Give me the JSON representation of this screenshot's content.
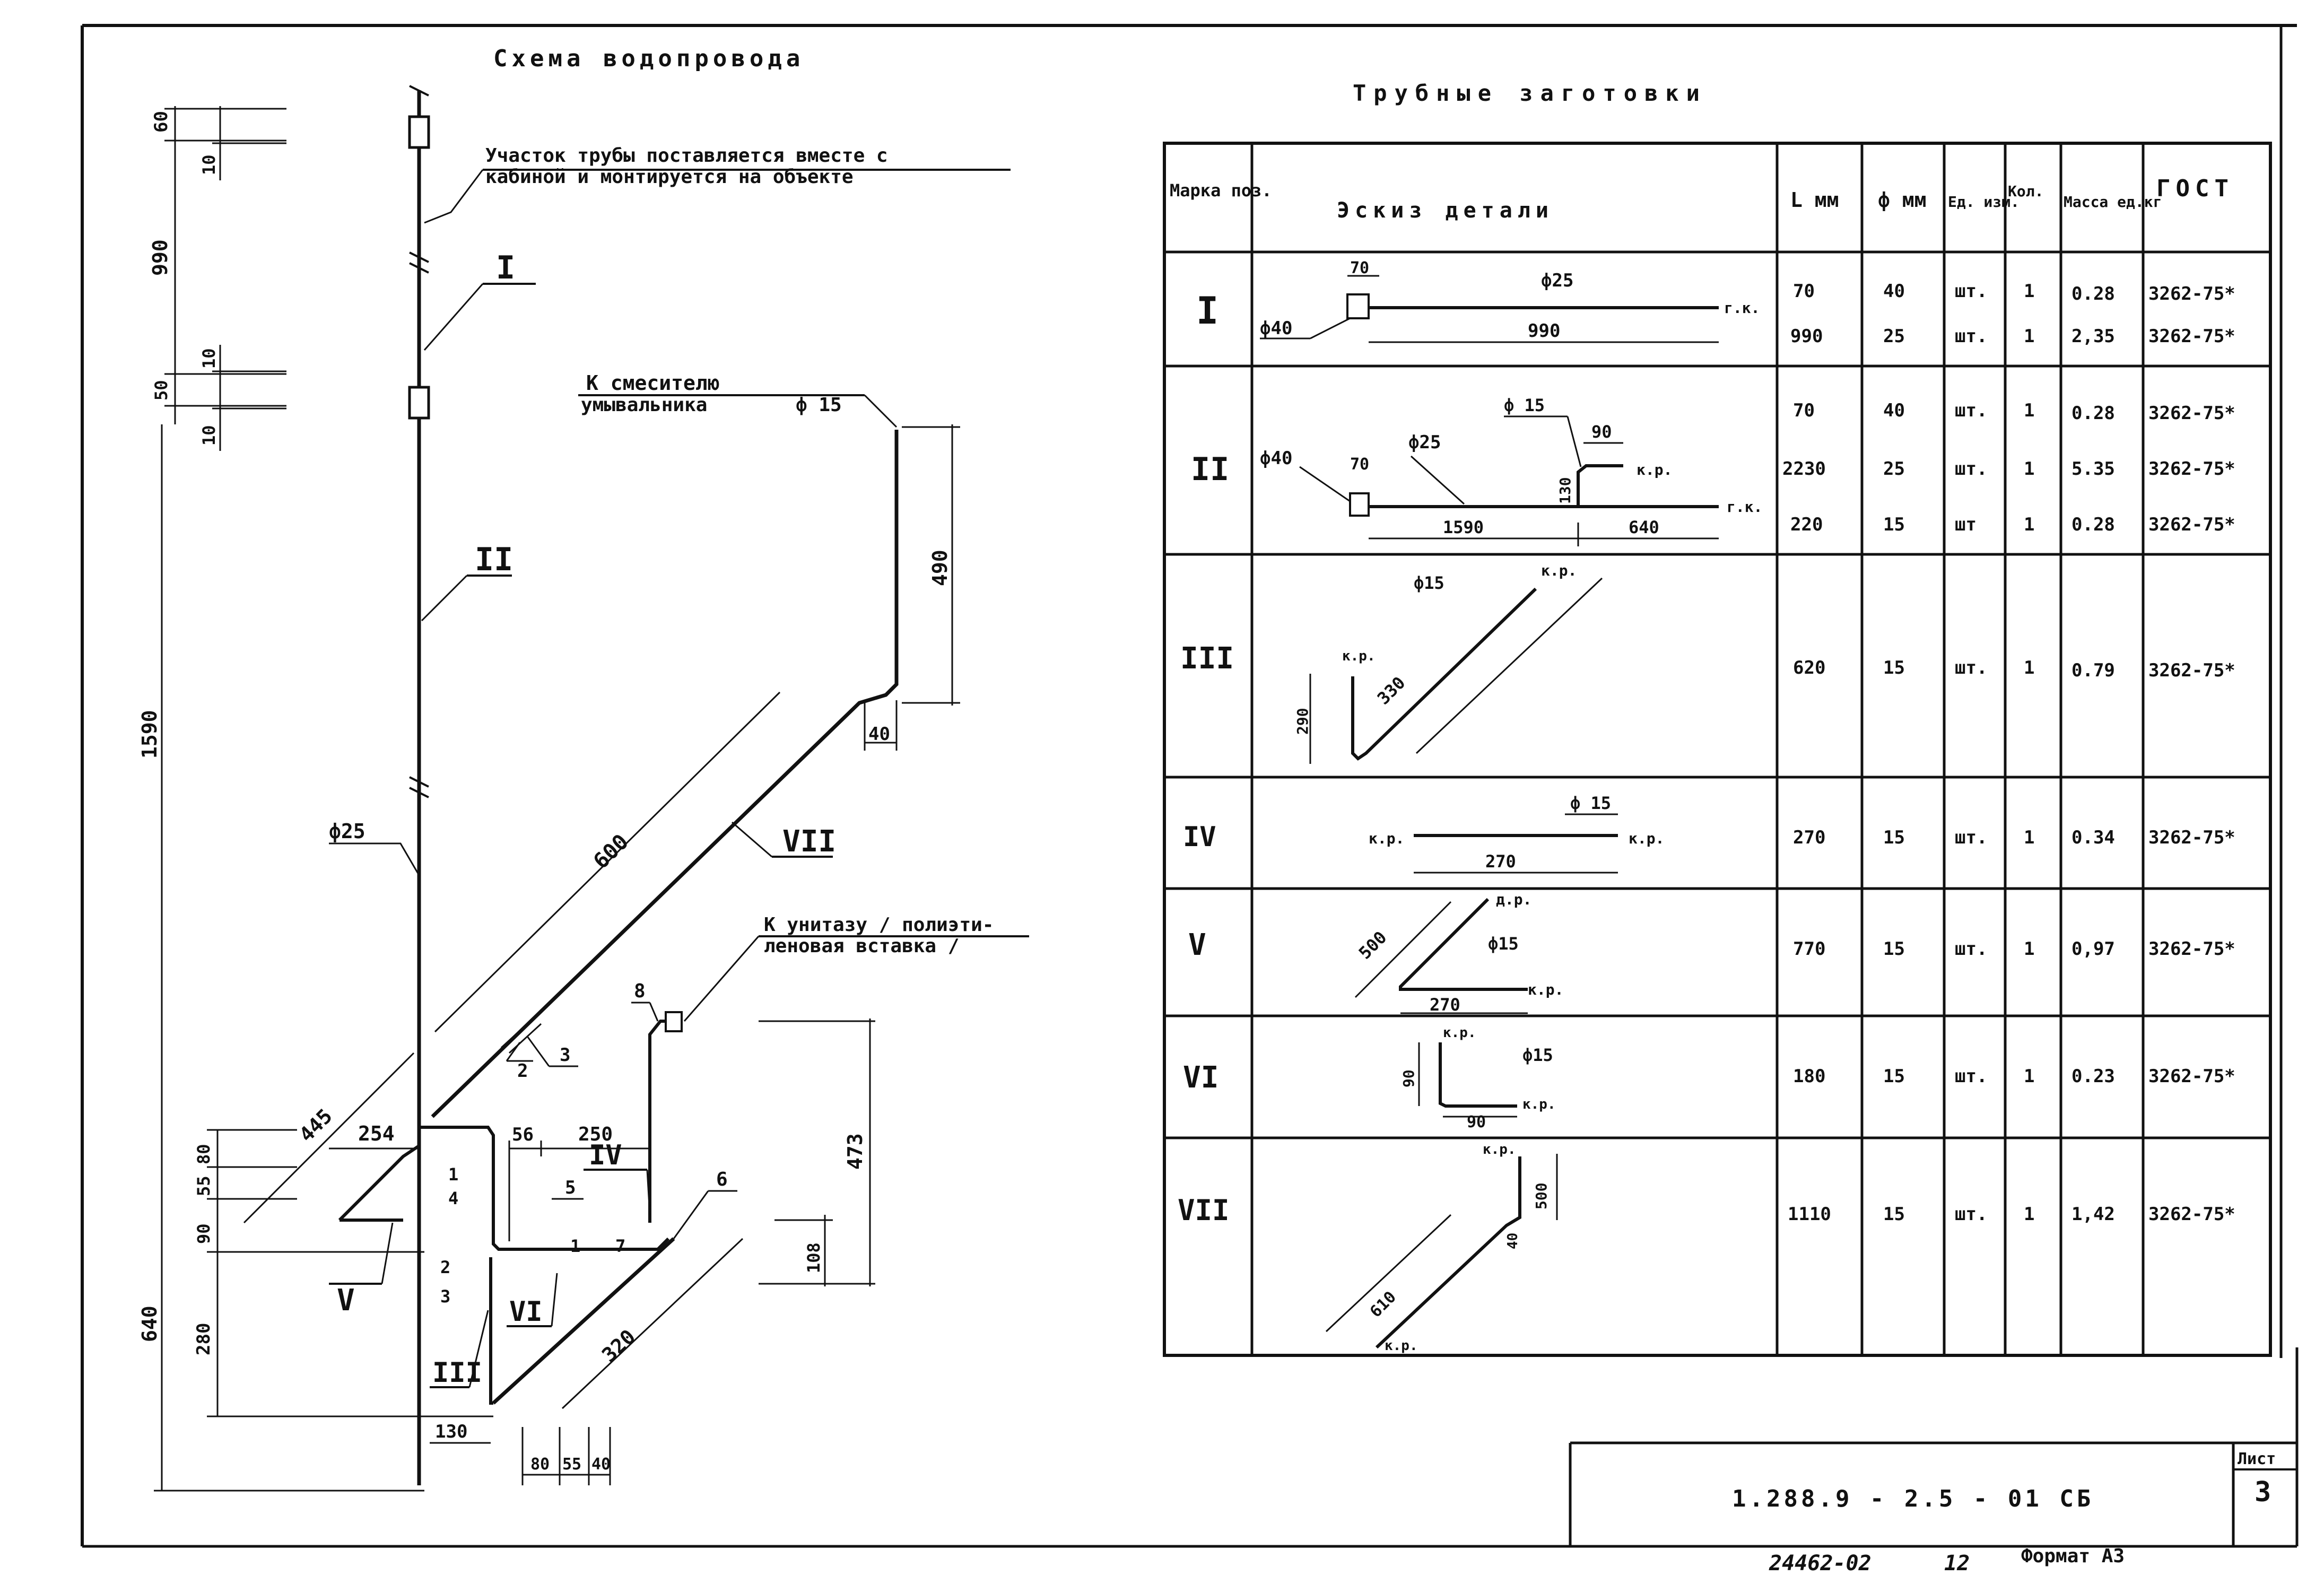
{
  "scheme": {
    "title": "Схема водопровода",
    "note_top_line1": "Участок трубы поставляется вместе с",
    "note_top_line2": "кабиной и монтируется на объекте",
    "note_mixer_line1": "К смесителю",
    "note_mixer_line2": "умывальника",
    "note_mixer_dia": "ф 15",
    "note_toilet_line1": "К унитазу / полиэти-",
    "note_toilet_line2": "леновая вставка /",
    "pipe_diameter": "ф25",
    "labels": {
      "I": "I",
      "II": "II",
      "III": "III",
      "IV": "IV",
      "V": "V",
      "VI": "VI",
      "VII": "VII",
      "n1a": "1",
      "n1b": "1",
      "n2a": "2",
      "n2b": "2",
      "n3a": "3",
      "n3b": "3",
      "n4": "4",
      "n5": "5",
      "n6": "6",
      "n7": "7",
      "n8": "8"
    },
    "dims": {
      "d60": "60",
      "d10a": "10",
      "d990": "990",
      "d10b": "10",
      "d50": "50",
      "d10c": "10",
      "d1590": "1590",
      "d640": "640",
      "d80": "80",
      "d55": "55",
      "d90": "90",
      "d280": "280",
      "d445": "445",
      "d254": "254",
      "d56": "56",
      "d250": "250",
      "d600": "600",
      "d490": "490",
      "d40": "40",
      "d473": "473",
      "d108": "108",
      "d320": "320",
      "d130": "130",
      "b80": "80",
      "b55": "55",
      "b40": "40"
    }
  },
  "table": {
    "title": "Трубные заготовки",
    "headers": {
      "mark": "Марка поз.",
      "sketch": "Эскиз детали",
      "length": "L мм",
      "diameter": "ф мм",
      "unit": "Ед. изм.",
      "qty": "Кол.",
      "mass": "Масса ед.кг",
      "gost": "ГОСТ"
    },
    "rows": [
      {
        "mark": "I",
        "items": [
          {
            "L": "70",
            "d": "40",
            "unit": "шт.",
            "qty": "1",
            "mass": "0.28",
            "gost": "3262-75*"
          },
          {
            "L": "990",
            "d": "25",
            "unit": "шт.",
            "qty": "1",
            "mass": "2,35",
            "gost": "3262-75*"
          }
        ]
      },
      {
        "mark": "II",
        "items": [
          {
            "L": "70",
            "d": "40",
            "unit": "шт.",
            "qty": "1",
            "mass": "0.28",
            "gost": "3262-75*"
          },
          {
            "L": "2230",
            "d": "25",
            "unit": "шт.",
            "qty": "1",
            "mass": "5.35",
            "gost": "3262-75*"
          },
          {
            "L": "220",
            "d": "15",
            "unit": "шт",
            "qty": "1",
            "mass": "0.28",
            "gost": "3262-75*"
          }
        ]
      },
      {
        "mark": "III",
        "items": [
          {
            "L": "620",
            "d": "15",
            "unit": "шт.",
            "qty": "1",
            "mass": "0.79",
            "gost": "3262-75*"
          }
        ]
      },
      {
        "mark": "IV",
        "items": [
          {
            "L": "270",
            "d": "15",
            "unit": "шт.",
            "qty": "1",
            "mass": "0.34",
            "gost": "3262-75*"
          }
        ]
      },
      {
        "mark": "V",
        "items": [
          {
            "L": "770",
            "d": "15",
            "unit": "шт.",
            "qty": "1",
            "mass": "0,97",
            "gost": "3262-75*"
          }
        ]
      },
      {
        "mark": "VI",
        "items": [
          {
            "L": "180",
            "d": "15",
            "unit": "шт.",
            "qty": "1",
            "mass": "0.23",
            "gost": "3262-75*"
          }
        ]
      },
      {
        "mark": "VII",
        "items": [
          {
            "L": "1110",
            "d": "15",
            "unit": "шт.",
            "qty": "1",
            "mass": "1,42",
            "gost": "3262-75*"
          }
        ]
      }
    ],
    "sketch_text": {
      "s1_70": "70",
      "s1_d25": "ф25",
      "s1_gk": "г.к.",
      "s1_d40": "ф40",
      "s1_990": "990",
      "s2_d15": "ф 15",
      "s2_90": "90",
      "s2_kr": "к.р.",
      "s2_d40": "ф40",
      "s2_70": "70",
      "s2_d25": "ф25",
      "s2_130": "130",
      "s2_gk": "г.к.",
      "s2_1590": "1590",
      "s2_640": "640",
      "s3_kr1": "к.р.",
      "s3_d15": "ф15",
      "s3_kr2": "к.р.",
      "s3_290": "290",
      "s3_330": "330",
      "s4_d15": "ф 15",
      "s4_kr1": "к.р.",
      "s4_kr2": "к.р.",
      "s4_270": "270",
      "s5_dr": "д.р.",
      "s5_500": "500",
      "s5_d15": "ф15",
      "s5_270": "270",
      "s5_kr": "к.р.",
      "s6_kr1": "к.р.",
      "s6_d15": "ф15",
      "s6_90v": "90",
      "s6_90h": "90",
      "s6_kr2": "к.р.",
      "s7_kr1": "к.р.",
      "s7_500": "500",
      "s7_40": "40",
      "s7_610": "610",
      "s7_kr2": "к.р."
    }
  },
  "stamp": {
    "code": "1.288.9 - 2.5 - 01   СБ",
    "sheet_label": "Лист",
    "sheet_no": "3",
    "inv": "24462-02",
    "copy": "12",
    "format": "Формат А3"
  }
}
